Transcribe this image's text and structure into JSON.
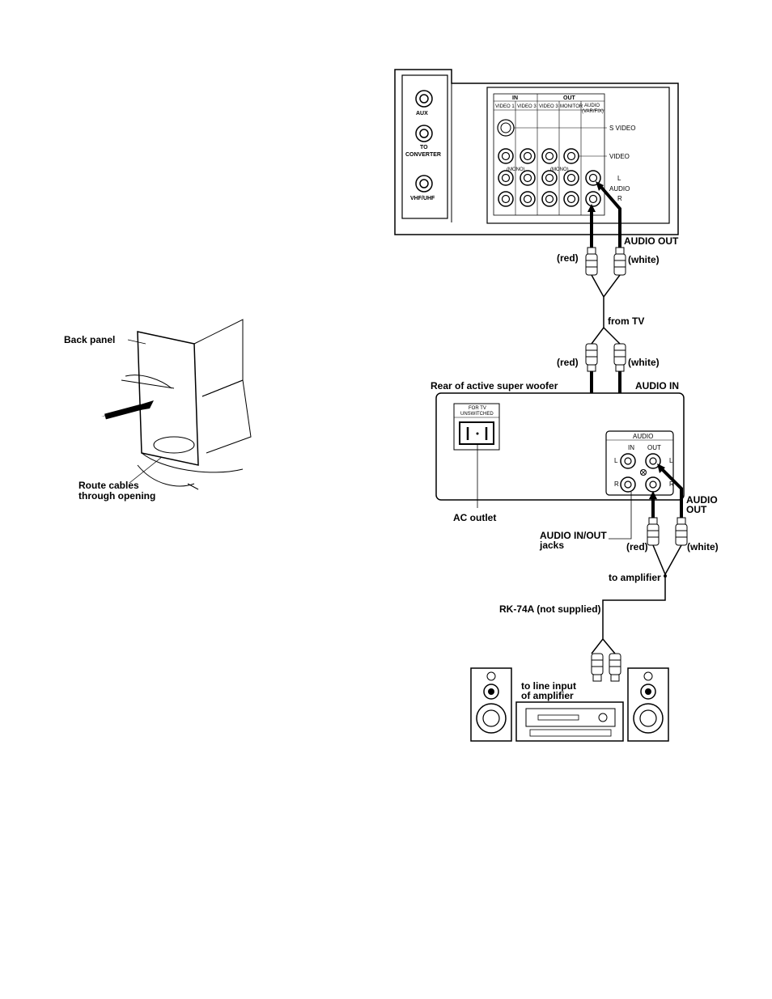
{
  "left_figure": {
    "back_panel": "Back panel",
    "route_cables_line1": "Route cables",
    "route_cables_line2": "through opening"
  },
  "tv_panel": {
    "aux": "AUX",
    "to": "TO",
    "converter": "CONVERTER",
    "vhf_uhf": "VHF/UHF",
    "in": "IN",
    "out": "OUT",
    "video1": "VIDEO 1",
    "video3a": "VIDEO 3",
    "video3b": "VIDEO 3",
    "monitor": "MONITOR",
    "audio": "AUDIO",
    "var_fix": "(VAR/FIX)",
    "mono1": "(MONO)",
    "mono2": "(MONO)",
    "s_video": "S VIDEO",
    "video": "VIDEO",
    "l": "L",
    "audio_side": "AUDIO",
    "r": "R"
  },
  "cables": {
    "audio_out_top": "AUDIO OUT",
    "red1": "(red)",
    "white1": "(white)",
    "from_tv": "from TV",
    "red2": "(red)",
    "white2": "(white)",
    "audio_in": "AUDIO IN",
    "red3": "(red)",
    "white3": "(white)",
    "to_amplifier": "to amplifier",
    "rk74a": "RK-74A (not supplied)",
    "to_line_input1": "to line input",
    "to_line_input2": "of amplifier"
  },
  "woofer": {
    "rear_title": "Rear of active super woofer",
    "for_tv": "FOR TV",
    "unswitched": "UNSWITCHED",
    "audio_box": "AUDIO",
    "in": "IN",
    "out": "OUT",
    "l1": "L",
    "l2": "L",
    "r1": "R",
    "r2": "R",
    "ac_outlet": "AC outlet",
    "audio_in_out1": "AUDIO IN/OUT",
    "audio_in_out2": "jacks",
    "audio_out1": "AUDIO",
    "audio_out2": "OUT"
  }
}
